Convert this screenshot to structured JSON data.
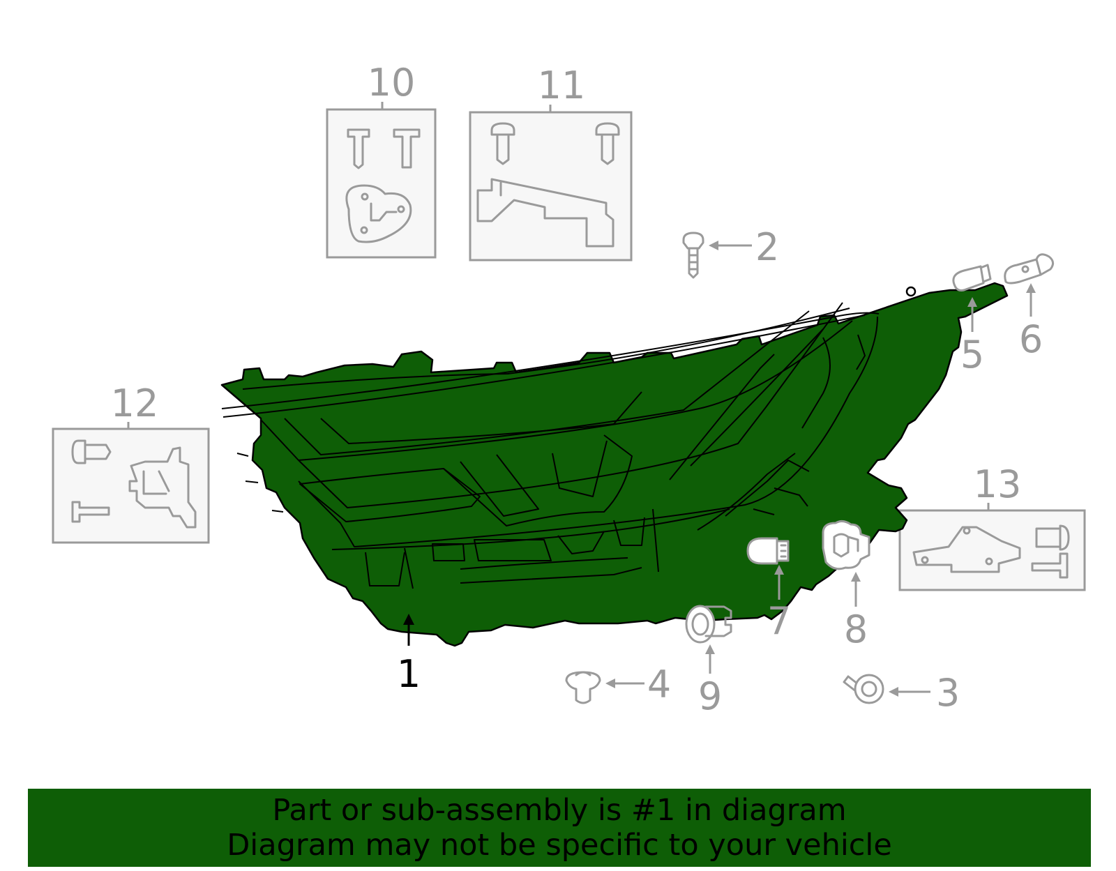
{
  "colors": {
    "highlight": "#0e5e06",
    "part_gray": "#9a9a9a",
    "kit_box_fill": "#f7f7f7"
  },
  "callouts": {
    "c1": "1",
    "c2": "2",
    "c3": "3",
    "c4": "4",
    "c5": "5",
    "c6": "6",
    "c7": "7",
    "c8": "8",
    "c9": "9",
    "c10": "10",
    "c11": "11",
    "c12": "12",
    "c13": "13"
  },
  "banner": {
    "line1": "Part or sub-assembly is #1 in diagram",
    "line2": "Diagram may not be specific to your vehicle"
  }
}
